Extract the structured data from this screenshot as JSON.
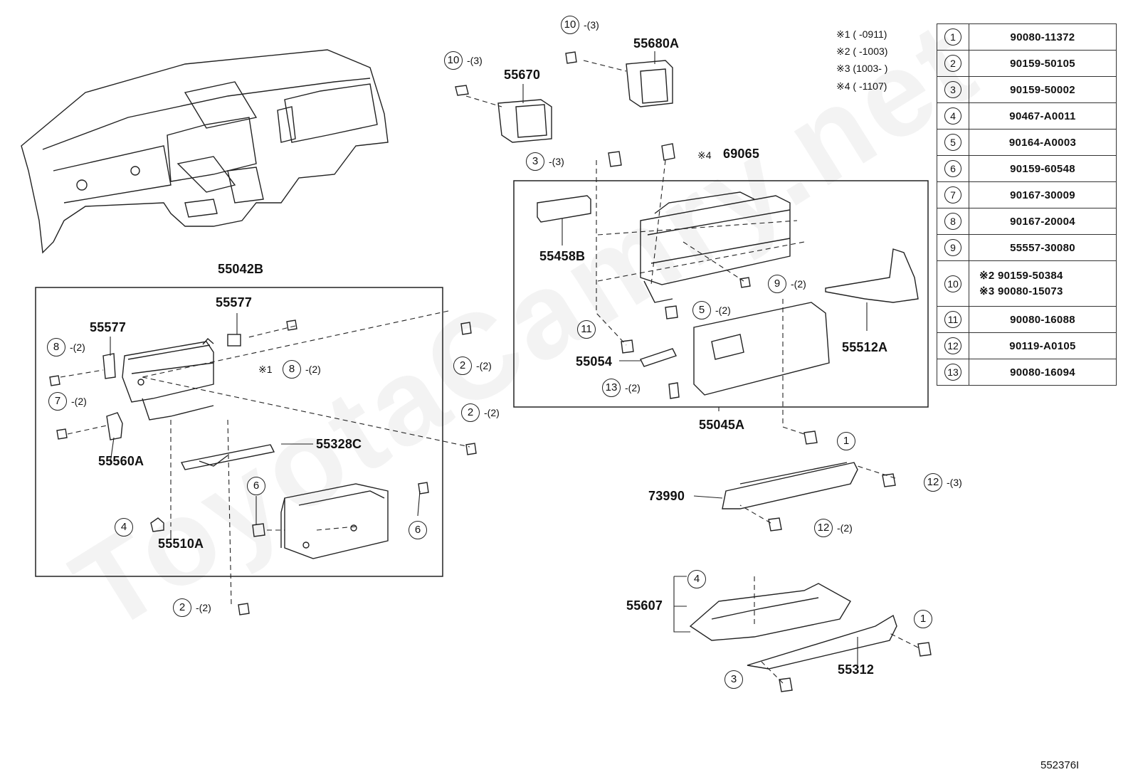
{
  "labels": {
    "p55042B": "55042B",
    "p55577a": "55577",
    "p55577b": "55577",
    "p55560A": "55560A",
    "p55328C": "55328C",
    "p55510A": "55510A",
    "p55670": "55670",
    "p55680A": "55680A",
    "p69065": "69065",
    "p55458B": "55458B",
    "p55054": "55054",
    "p55512A": "55512A",
    "p55045A": "55045A",
    "p73990": "73990",
    "p55607": "55607",
    "p55312": "55312"
  },
  "callouts": {
    "c10a": "10",
    "c10b": "10",
    "c3a": "3",
    "c8a": "8",
    "c8b": "8",
    "c7a": "7",
    "c2a": "2",
    "c2b": "2",
    "c2c": "2",
    "c4a": "4",
    "c6a": "6",
    "c6b": "6",
    "c9a": "9",
    "c5a": "5",
    "c11a": "11",
    "c13a": "13",
    "c1a": "1",
    "c12a": "12",
    "c12b": "12",
    "c4b": "4",
    "c1b": "1",
    "c3b": "3"
  },
  "quantities": {
    "q10a": "-(3)",
    "q10b": "-(3)",
    "q3a": "-(3)",
    "q8a": "-(2)",
    "q8b": "-(2)",
    "q7a": "-(2)",
    "q2a": "-(2)",
    "q2b": "-(2)",
    "q2c": "-(2)",
    "q9a": "-(2)",
    "q5a": "-(2)",
    "q13a": "-(2)",
    "q12a": "-(3)",
    "q12b": "-(2)"
  },
  "marks": {
    "m1": "※1",
    "m4": "※4"
  },
  "notes": [
    {
      "mark": "※1",
      "text": "(     -0911)"
    },
    {
      "mark": "※2",
      "text": "(     -1003)"
    },
    {
      "mark": "※3",
      "text": "(1003-     )"
    },
    {
      "mark": "※4",
      "text": "(     -1107)"
    }
  ],
  "parts_table": [
    {
      "no": "1",
      "part": "90080-11372"
    },
    {
      "no": "2",
      "part": "90159-50105"
    },
    {
      "no": "3",
      "part": "90159-50002"
    },
    {
      "no": "4",
      "part": "90467-A0011"
    },
    {
      "no": "5",
      "part": "90164-A0003"
    },
    {
      "no": "6",
      "part": "90159-60548"
    },
    {
      "no": "7",
      "part": "90167-30009"
    },
    {
      "no": "8",
      "part": "90167-20004"
    },
    {
      "no": "9",
      "part": "55557-30080"
    },
    {
      "no": "10",
      "part_a": "※2 90159-50384",
      "part_b": "※3 90080-15073"
    },
    {
      "no": "11",
      "part": "90080-16088"
    },
    {
      "no": "12",
      "part": "90119-A0105"
    },
    {
      "no": "13",
      "part": "90080-16094"
    }
  ],
  "watermark": "ToyotaCamry.net",
  "figure_id": "552376I"
}
